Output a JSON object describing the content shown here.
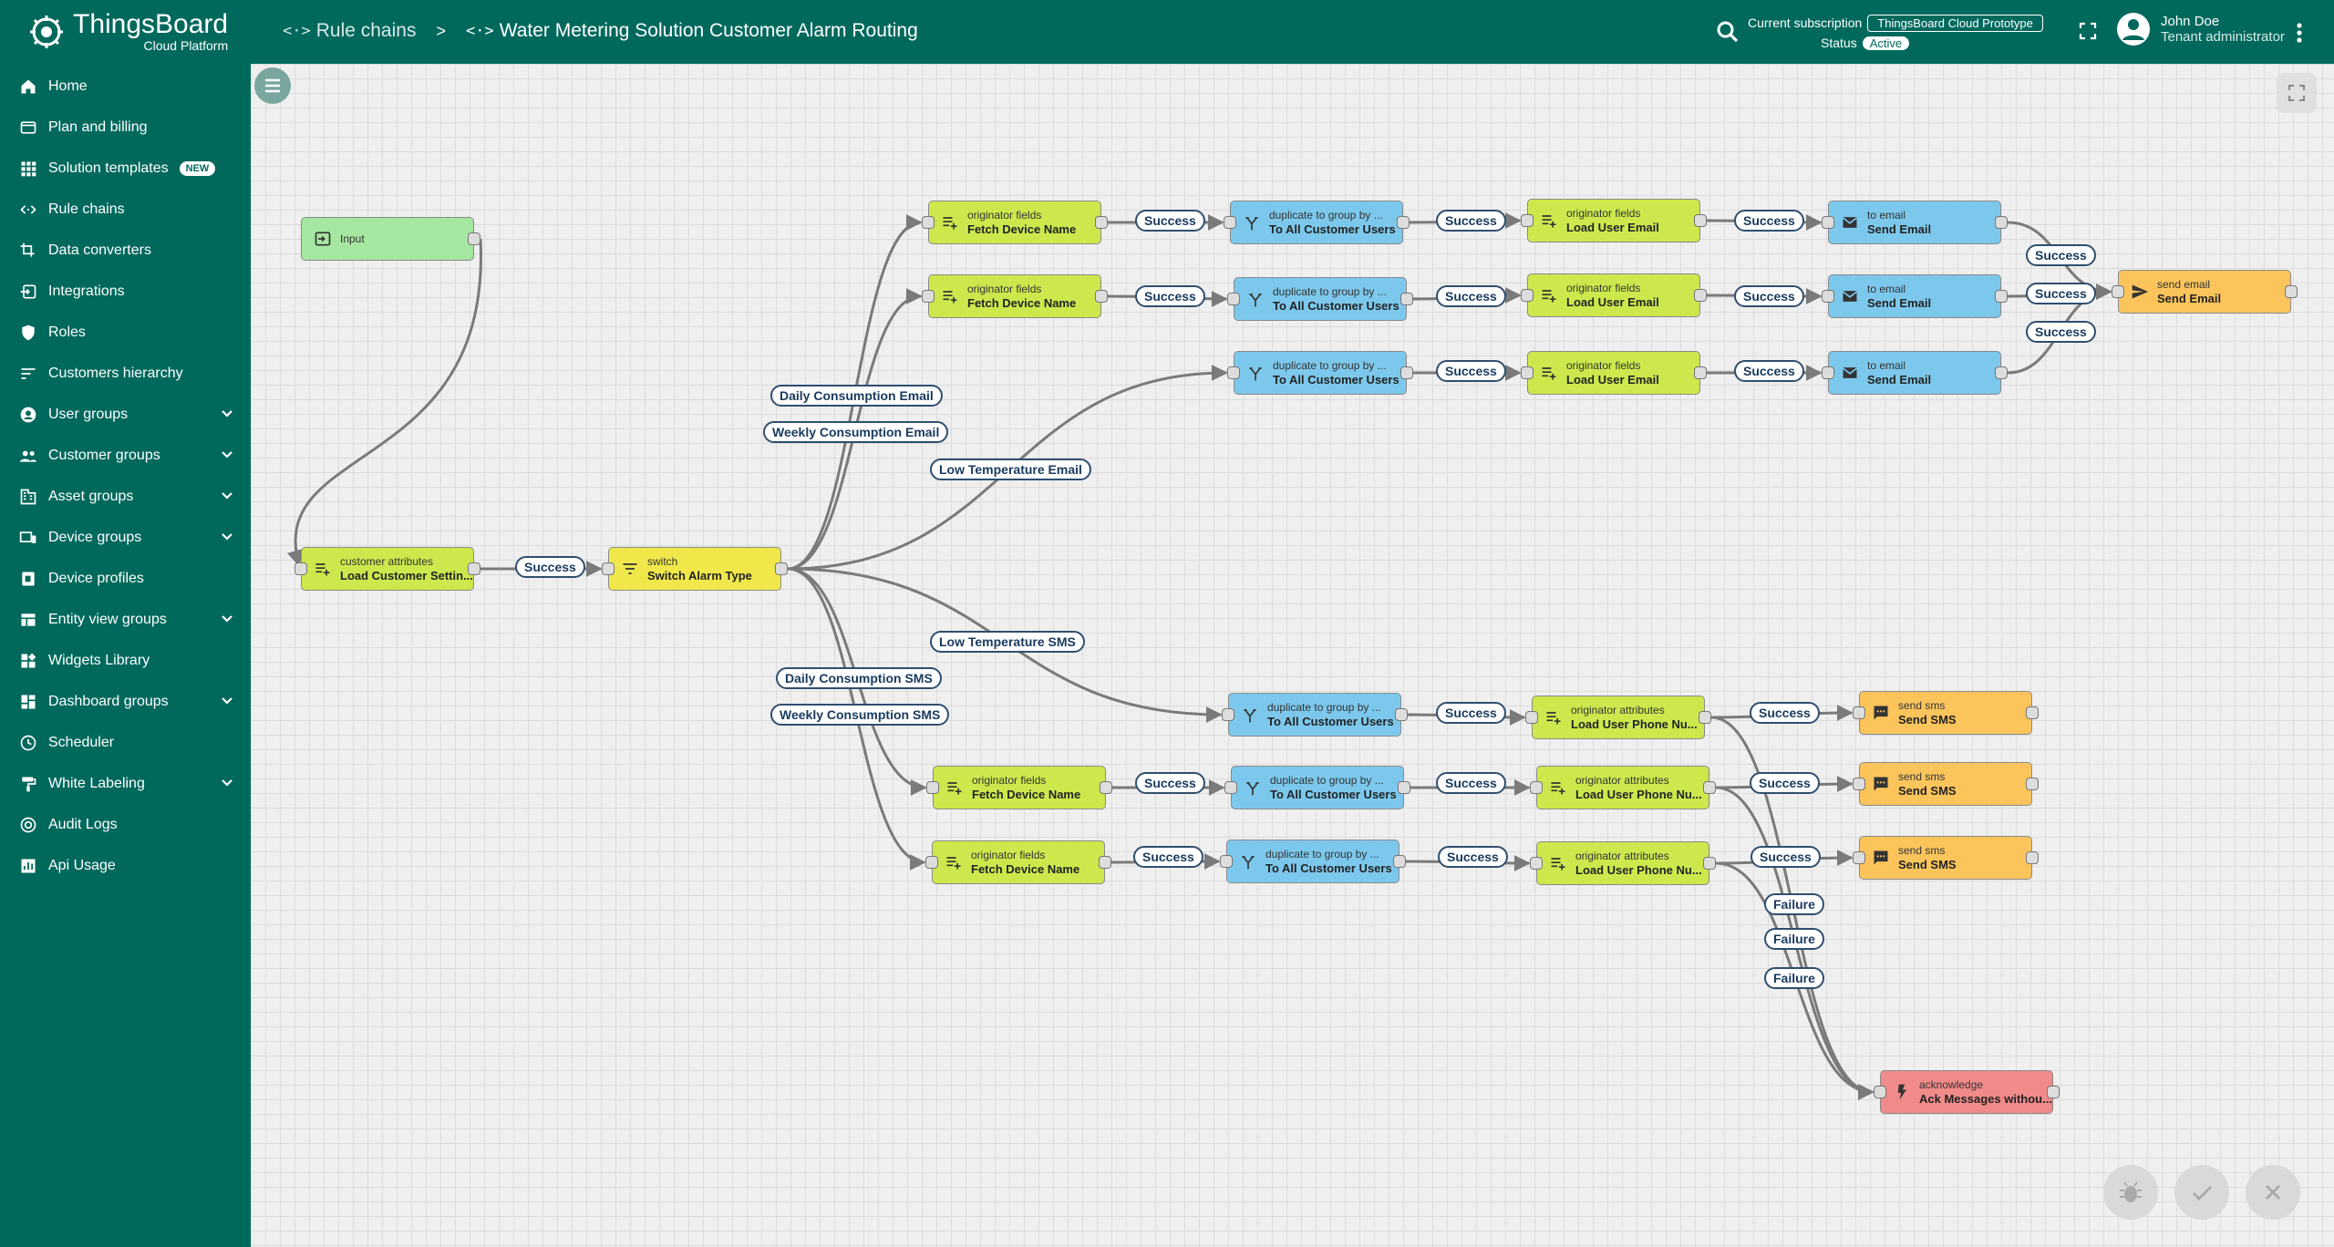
{
  "header": {
    "logo_title": "ThingsBoard",
    "logo_subtitle": "Cloud Platform",
    "breadcrumb": [
      {
        "label": "Rule chains"
      },
      {
        "label": "Water Metering Solution Customer Alarm Routing"
      }
    ],
    "breadcrumb_separator": ">",
    "subscription_label": "Current subscription",
    "subscription_value": "ThingsBoard Cloud Prototype",
    "status_label": "Status",
    "status_value": "Active",
    "user_name": "John Doe",
    "user_role": "Tenant administrator"
  },
  "sidebar": {
    "items": [
      {
        "label": "Home",
        "icon": "home-icon"
      },
      {
        "label": "Plan and billing",
        "icon": "billing-icon"
      },
      {
        "label": "Solution templates",
        "icon": "apps-icon",
        "badge": "NEW"
      },
      {
        "label": "Rule chains",
        "icon": "code-icon"
      },
      {
        "label": "Data converters",
        "icon": "transform-icon"
      },
      {
        "label": "Integrations",
        "icon": "input-icon"
      },
      {
        "label": "Roles",
        "icon": "shield-icon"
      },
      {
        "label": "Customers hierarchy",
        "icon": "sort-icon"
      },
      {
        "label": "User groups",
        "icon": "account-icon",
        "expandable": true
      },
      {
        "label": "Customer groups",
        "icon": "group-icon",
        "expandable": true
      },
      {
        "label": "Asset groups",
        "icon": "domain-icon",
        "expandable": true
      },
      {
        "label": "Device groups",
        "icon": "devices-icon",
        "expandable": true
      },
      {
        "label": "Device profiles",
        "icon": "profile-icon"
      },
      {
        "label": "Entity view groups",
        "icon": "view-icon",
        "expandable": true
      },
      {
        "label": "Widgets Library",
        "icon": "widgets-icon"
      },
      {
        "label": "Dashboard groups",
        "icon": "dashboard-icon",
        "expandable": true
      },
      {
        "label": "Scheduler",
        "icon": "clock-icon"
      },
      {
        "label": "White Labeling",
        "icon": "format-paint-icon",
        "expandable": true
      },
      {
        "label": "Audit Logs",
        "icon": "track-icon"
      },
      {
        "label": "Api Usage",
        "icon": "chart-icon"
      }
    ]
  },
  "nodes": {
    "input": {
      "type": "Input",
      "name": ""
    },
    "load_customer": {
      "type": "customer attributes",
      "name": "Load Customer Settin..."
    },
    "switch": {
      "type": "switch",
      "name": "Switch Alarm Type"
    },
    "fetch1": {
      "type": "originator fields",
      "name": "Fetch Device Name"
    },
    "fetch2": {
      "type": "originator fields",
      "name": "Fetch Device Name"
    },
    "dup1": {
      "type": "duplicate to group by ...",
      "name": "To All Customer Users"
    },
    "dup2": {
      "type": "duplicate to group by ...",
      "name": "To All Customer Users"
    },
    "dup3": {
      "type": "duplicate to group by ...",
      "name": "To All Customer Users"
    },
    "lue1": {
      "type": "originator fields",
      "name": "Load User Email"
    },
    "lue2": {
      "type": "originator fields",
      "name": "Load User Email"
    },
    "lue3": {
      "type": "originator fields",
      "name": "Load User Email"
    },
    "toe1": {
      "type": "to email",
      "name": "Send Email"
    },
    "toe2": {
      "type": "to email",
      "name": "Send Email"
    },
    "toe3": {
      "type": "to email",
      "name": "Send Email"
    },
    "sendemail": {
      "type": "send email",
      "name": "Send Email"
    },
    "dup4": {
      "type": "duplicate to group by ...",
      "name": "To All Customer Users"
    },
    "fetch3": {
      "type": "originator fields",
      "name": "Fetch Device Name"
    },
    "fetch4": {
      "type": "originator fields",
      "name": "Fetch Device Name"
    },
    "dup5": {
      "type": "duplicate to group by ...",
      "name": "To All Customer Users"
    },
    "dup6": {
      "type": "duplicate to group by ...",
      "name": "To All Customer Users"
    },
    "lup1": {
      "type": "originator attributes",
      "name": "Load User Phone Nu..."
    },
    "lup2": {
      "type": "originator attributes",
      "name": "Load User Phone Nu..."
    },
    "lup3": {
      "type": "originator attributes",
      "name": "Load User Phone Nu..."
    },
    "sms1": {
      "type": "send sms",
      "name": "Send SMS"
    },
    "sms2": {
      "type": "send sms",
      "name": "Send SMS"
    },
    "sms3": {
      "type": "send sms",
      "name": "Send SMS"
    },
    "ack": {
      "type": "acknowledge",
      "name": "Ack Messages withou..."
    }
  },
  "edge_labels": {
    "success": "Success",
    "failure": "Failure",
    "daily_email": "Daily Consumption Email",
    "weekly_email": "Weekly Consumption Email",
    "low_temp_email": "Low Temperature Email",
    "low_temp_sms": "Low Temperature SMS",
    "daily_sms": "Daily Consumption SMS",
    "weekly_sms": "Weekly Consumption SMS"
  },
  "colors": {
    "primary": "#00695c",
    "node_enrichment": "#cde84c",
    "node_input": "#a5e7a0",
    "node_filter": "#f0e84a",
    "node_transform": "#7cc8ec",
    "node_external": "#fbc55c",
    "node_flow": "#f18a8a"
  }
}
